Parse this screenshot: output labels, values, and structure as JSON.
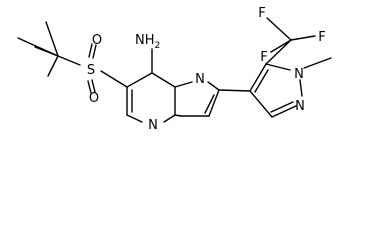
{
  "molecule": {
    "atoms": {
      "sulfur": "S",
      "oxygen_top": "O",
      "oxygen_bottom": "O",
      "amine": "NH",
      "amine_subscript": "2",
      "ring_n_bridge": "N",
      "ring_n_pyrazole": "N",
      "ring_n_pyrimidine": "N",
      "pyrazole_n_methyl": "N",
      "pyrazole_n_ring": "N",
      "fluorine_1": "F",
      "fluorine_2": "F",
      "fluorine_3": "F"
    }
  }
}
